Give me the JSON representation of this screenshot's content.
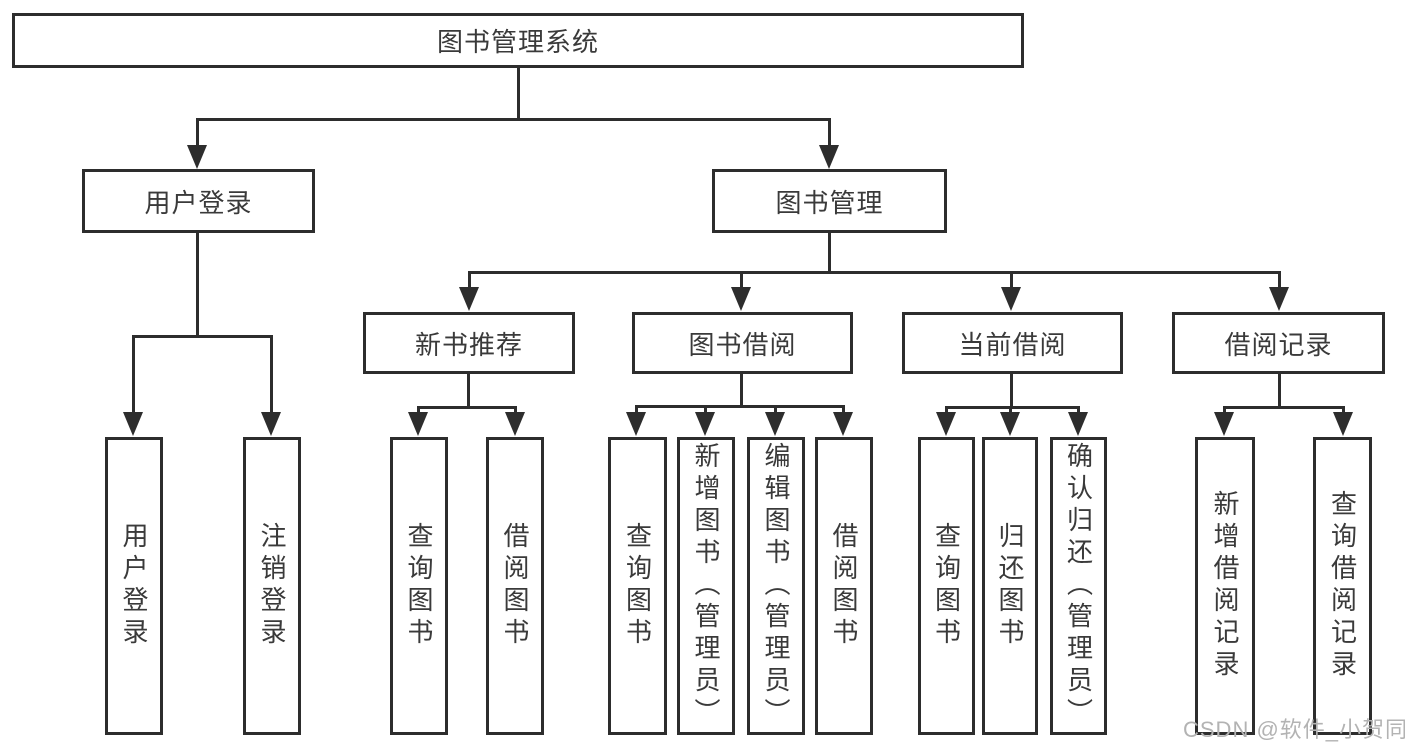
{
  "diagram": {
    "root": {
      "label": "图书管理系统"
    },
    "branches": [
      {
        "label": "用户登录",
        "children": [
          {
            "label": "用户登录"
          },
          {
            "label": "注销登录"
          }
        ]
      },
      {
        "label": "图书管理",
        "children": [
          {
            "label": "新书推荐",
            "children": [
              {
                "label": "查询图书"
              },
              {
                "label": "借阅图书"
              }
            ]
          },
          {
            "label": "图书借阅",
            "children": [
              {
                "label": "查询图书"
              },
              {
                "label": "新增图书（管理员）"
              },
              {
                "label": "编辑图书（管理员）"
              },
              {
                "label": "借阅图书"
              }
            ]
          },
          {
            "label": "当前借阅",
            "children": [
              {
                "label": "查询图书"
              },
              {
                "label": "归还图书"
              },
              {
                "label": "确认归还（管理员）"
              }
            ]
          },
          {
            "label": "借阅记录",
            "children": [
              {
                "label": "新增借阅记录"
              },
              {
                "label": "查询借阅记录"
              }
            ]
          }
        ]
      }
    ]
  },
  "watermark": "CSDN @软件_小贺同学",
  "colors": {
    "line": "#2d2d2d",
    "text": "#3a3a3a",
    "watermark": "#b3b3b3",
    "background": "#ffffff"
  }
}
